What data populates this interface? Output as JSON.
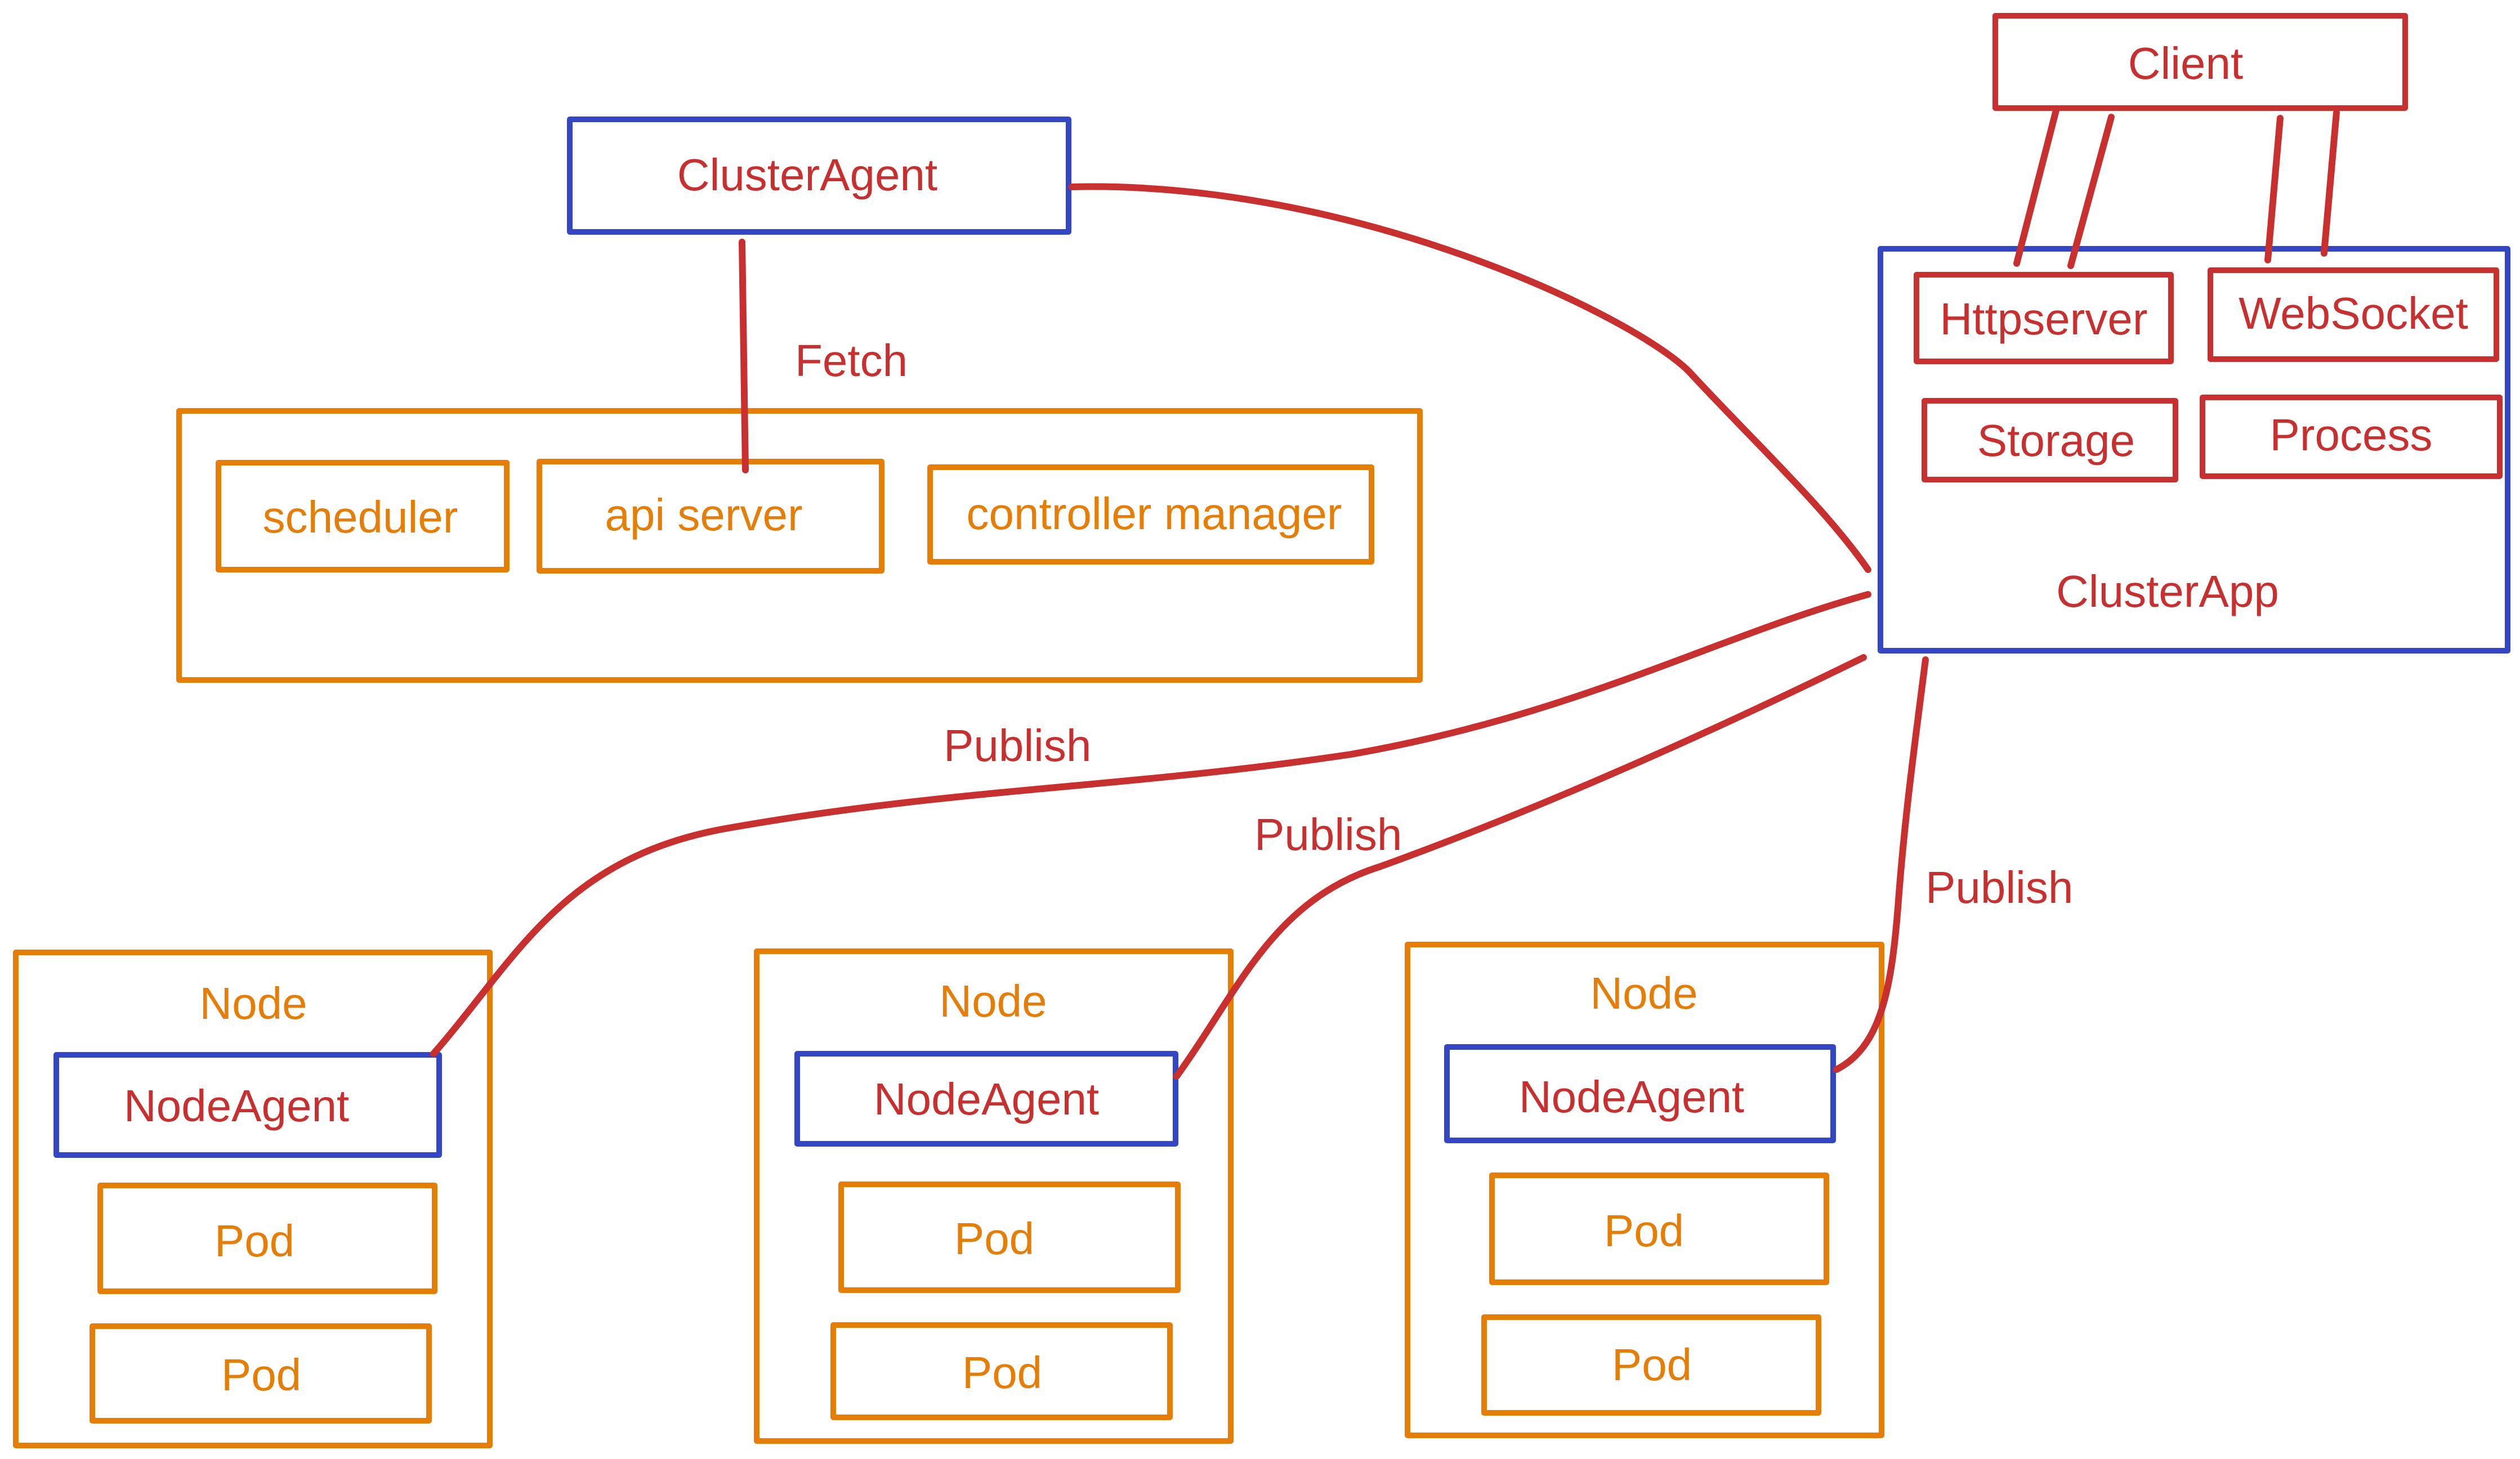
{
  "colors": {
    "red": "#c8302f",
    "blue": "#3346c4",
    "orange": "#e57d06"
  },
  "cluster_agent": {
    "label": "ClusterAgent"
  },
  "control_plane": {
    "components": [
      {
        "label": "scheduler"
      },
      {
        "label": "api server"
      },
      {
        "label": "controller manager"
      }
    ]
  },
  "edges": {
    "fetch": "Fetch",
    "publish_1": "Publish",
    "publish_2": "Publish",
    "publish_3": "Publish"
  },
  "client": {
    "label": "Client"
  },
  "cluster_app": {
    "label": "ClusterApp",
    "modules": [
      {
        "label": "Httpserver"
      },
      {
        "label": "WebSocket"
      },
      {
        "label": "Storage"
      },
      {
        "label": "Process"
      }
    ]
  },
  "nodes": [
    {
      "label": "Node",
      "agent": "NodeAgent",
      "pods": [
        "Pod",
        "Pod"
      ]
    },
    {
      "label": "Node",
      "agent": "NodeAgent",
      "pods": [
        "Pod",
        "Pod"
      ]
    },
    {
      "label": "Node",
      "agent": "NodeAgent",
      "pods": [
        "Pod",
        "Pod"
      ]
    }
  ]
}
